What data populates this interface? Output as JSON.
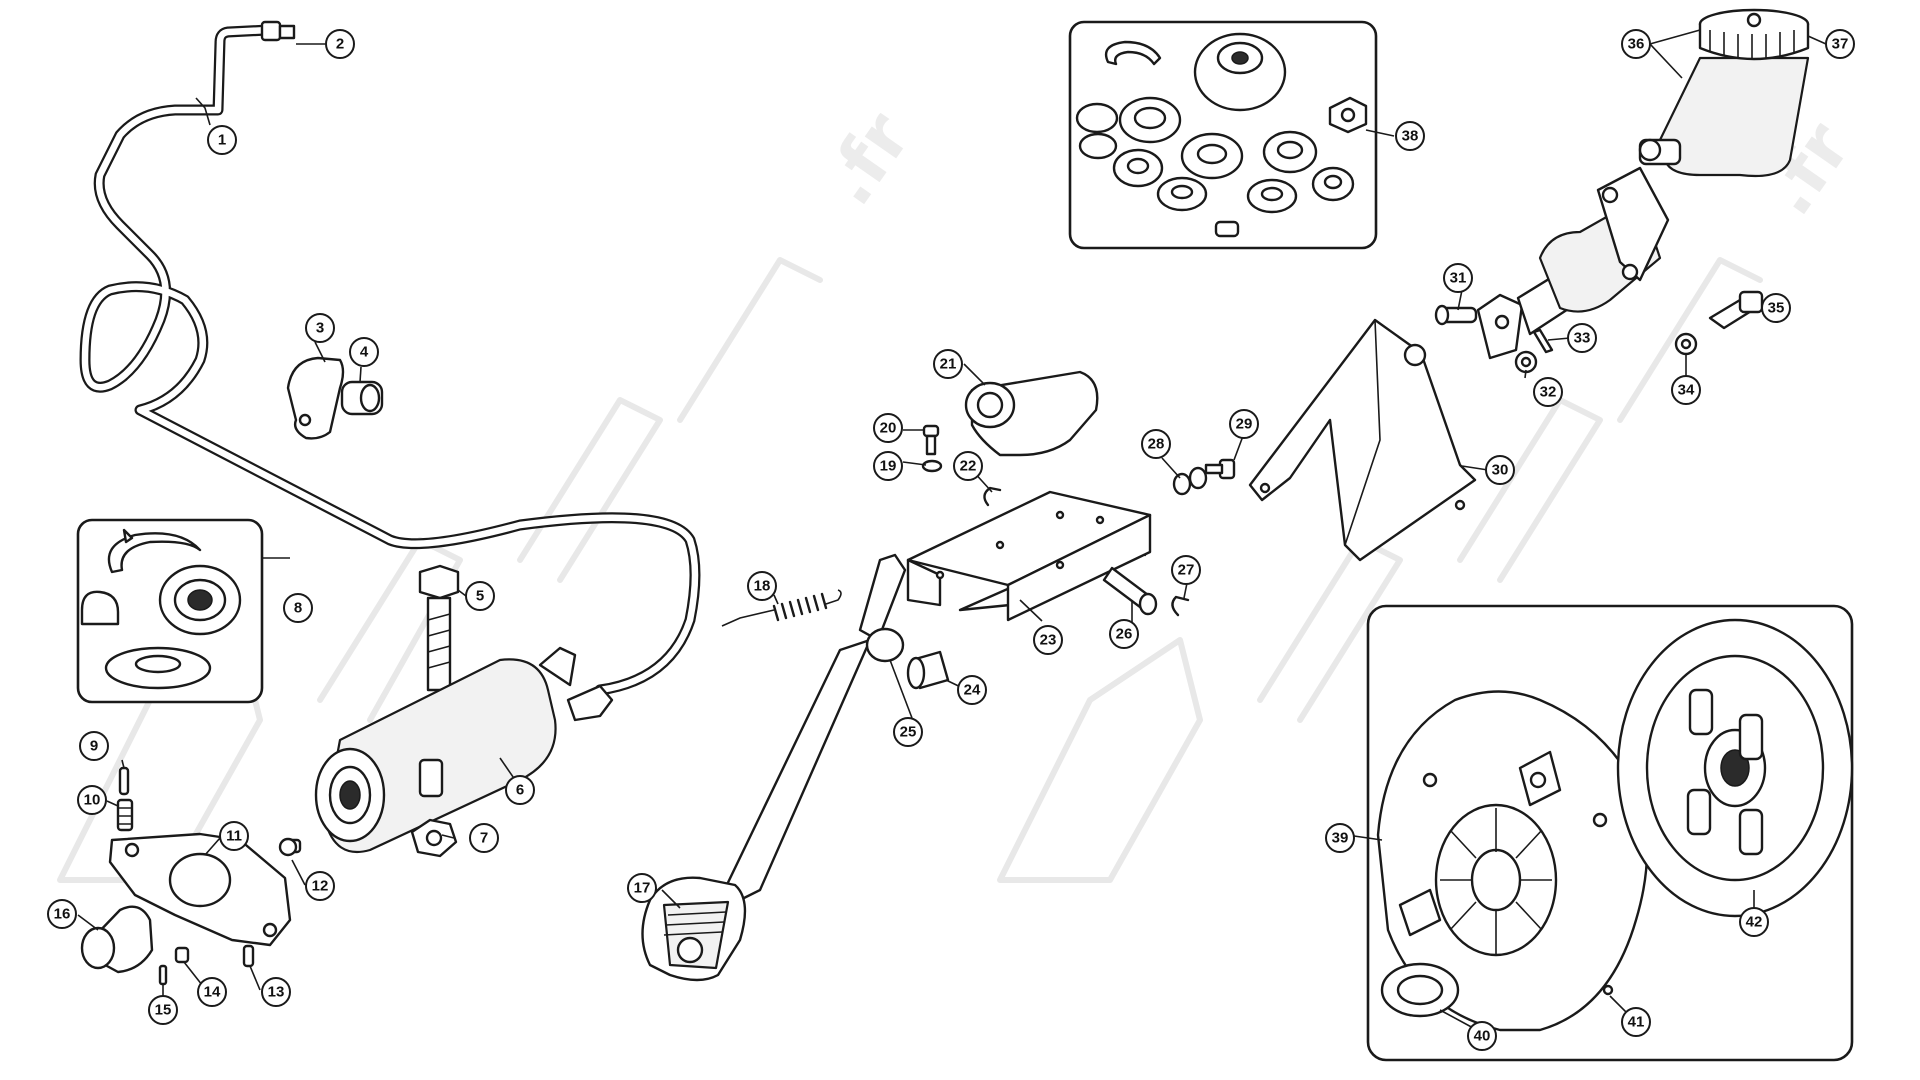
{
  "watermark": {
    "text": ".fr"
  },
  "callouts": [
    {
      "n": "1"
    },
    {
      "n": "2"
    },
    {
      "n": "3"
    },
    {
      "n": "4"
    },
    {
      "n": "5"
    },
    {
      "n": "6"
    },
    {
      "n": "7"
    },
    {
      "n": "8"
    },
    {
      "n": "9"
    },
    {
      "n": "10"
    },
    {
      "n": "11"
    },
    {
      "n": "12"
    },
    {
      "n": "13"
    },
    {
      "n": "14"
    },
    {
      "n": "15"
    },
    {
      "n": "16"
    },
    {
      "n": "17"
    },
    {
      "n": "18"
    },
    {
      "n": "19"
    },
    {
      "n": "20"
    },
    {
      "n": "21"
    },
    {
      "n": "22"
    },
    {
      "n": "23"
    },
    {
      "n": "24"
    },
    {
      "n": "25"
    },
    {
      "n": "26"
    },
    {
      "n": "27"
    },
    {
      "n": "28"
    },
    {
      "n": "29"
    },
    {
      "n": "30"
    },
    {
      "n": "31"
    },
    {
      "n": "32"
    },
    {
      "n": "33"
    },
    {
      "n": "34"
    },
    {
      "n": "35"
    },
    {
      "n": "36"
    },
    {
      "n": "37"
    },
    {
      "n": "38"
    },
    {
      "n": "39"
    },
    {
      "n": "40"
    },
    {
      "n": "41"
    },
    {
      "n": "42"
    }
  ]
}
